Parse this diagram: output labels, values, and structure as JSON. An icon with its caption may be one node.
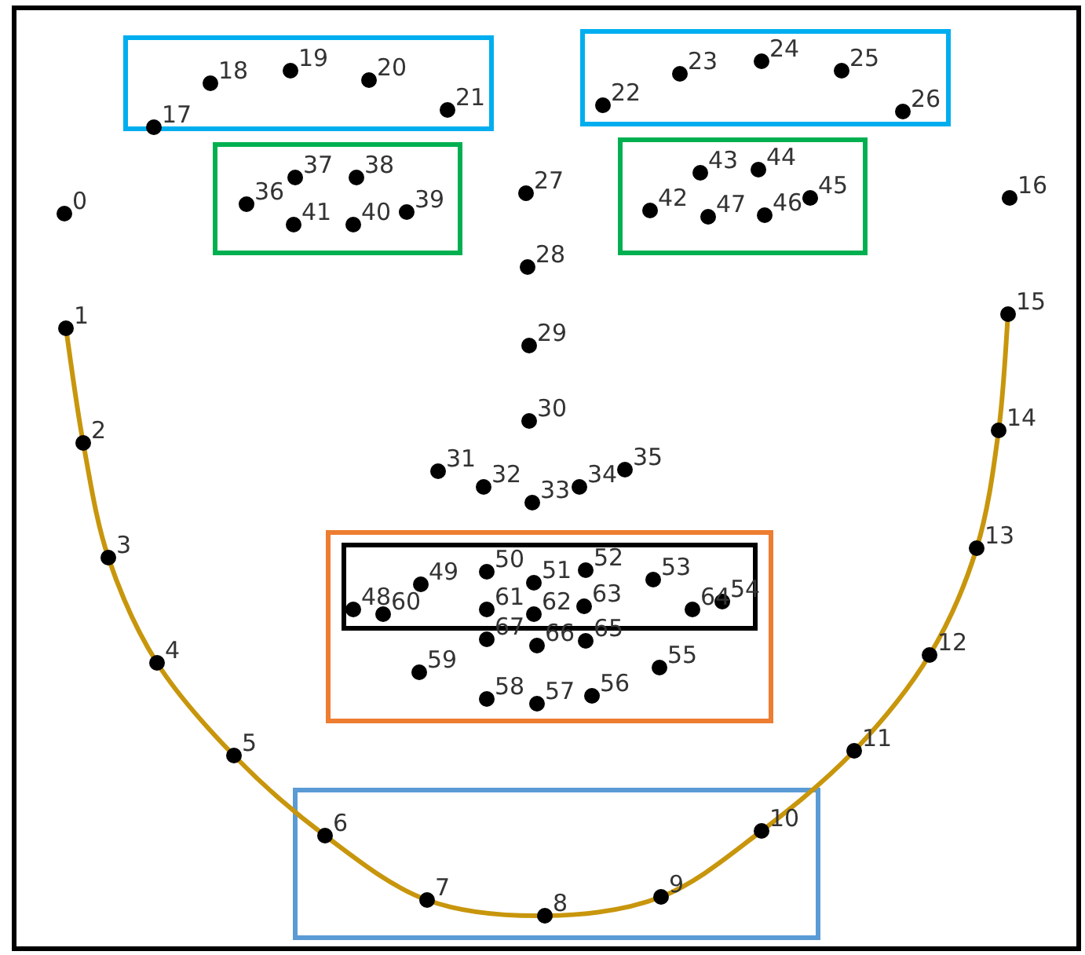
{
  "diagram": {
    "labels": [
      "0",
      "1",
      "2",
      "3",
      "4",
      "5",
      "6",
      "7",
      "8",
      "9",
      "10",
      "11",
      "12",
      "13",
      "14",
      "15",
      "16",
      "17",
      "18",
      "19",
      "20",
      "21",
      "22",
      "23",
      "24",
      "25",
      "26",
      "27",
      "28",
      "29",
      "30",
      "31",
      "32",
      "33",
      "34",
      "35",
      "36",
      "37",
      "38",
      "39",
      "40",
      "41",
      "42",
      "43",
      "44",
      "45",
      "46",
      "47",
      "48",
      "49",
      "50",
      "51",
      "52",
      "53",
      "54",
      "55",
      "56",
      "57",
      "58",
      "59",
      "60",
      "61",
      "62",
      "63",
      "64",
      "65",
      "66",
      "67"
    ]
  }
}
